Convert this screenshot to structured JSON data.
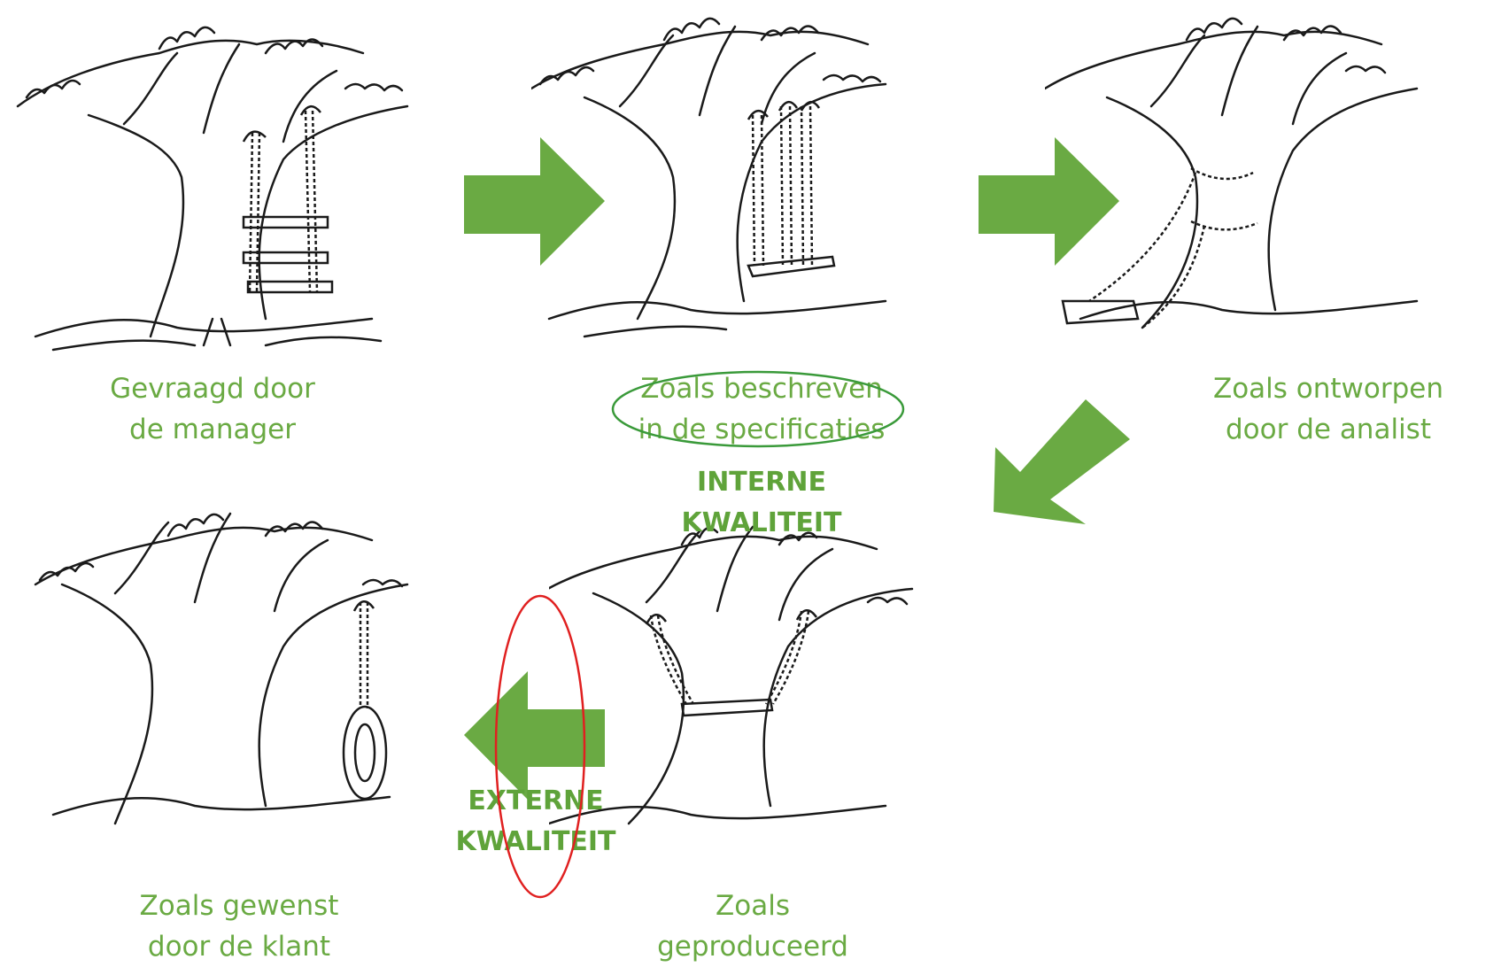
{
  "captions": {
    "manager": [
      "Gevraagd door",
      "de manager"
    ],
    "specs": [
      "Zoals beschreven",
      "in de specificaties"
    ],
    "analyst": [
      "Zoals ontworpen",
      "door de analist"
    ],
    "produced": [
      "Zoals",
      "geproduceerd"
    ],
    "customer": [
      "Zoals gewenst",
      "door de klant"
    ]
  },
  "quality": {
    "internal": [
      "INTERNE",
      "KWALITEIT"
    ],
    "external": [
      "EXTERNE",
      "KWALITEIT"
    ]
  },
  "colors": {
    "arrow": "#6aaa43",
    "text": "#6aaa43",
    "internal_highlight": "#3a9a3a",
    "external_highlight": "#e02020",
    "ink": "#1a1a1a"
  },
  "icons": {
    "tree": "tree-sketch",
    "swing_manager": "three-plank-ladder-swing",
    "swing_specs": "double-rope-swing",
    "swing_analyst": "swing-tied-around-trunk",
    "swing_produced": "swing-with-cut-trunk",
    "swing_customer": "tire-swing"
  }
}
